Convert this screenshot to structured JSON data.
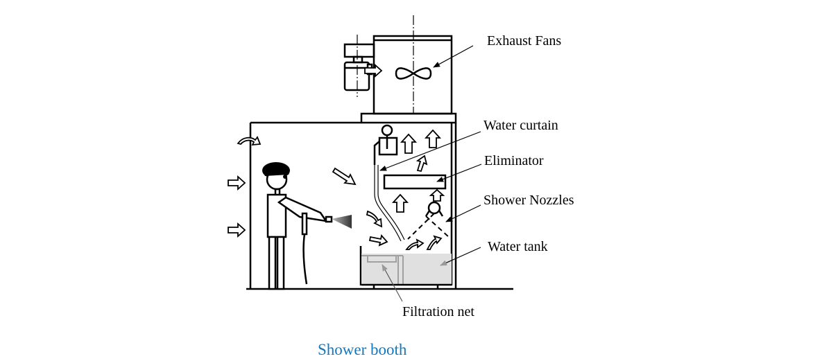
{
  "diagram": {
    "title": "Shower booth",
    "labels": {
      "exhaust_fans": "Exhaust Fans",
      "water_curtain": "Water curtain",
      "eliminator": "Eliminator",
      "shower_nozzles": "Shower Nozzles",
      "water_tank": "Water tank",
      "filtration_net": "Filtration net"
    },
    "colors": {
      "caption": "#1577bd",
      "tank_fill": "#e0e0e0",
      "tank_outline": "#a0a0a0"
    }
  }
}
